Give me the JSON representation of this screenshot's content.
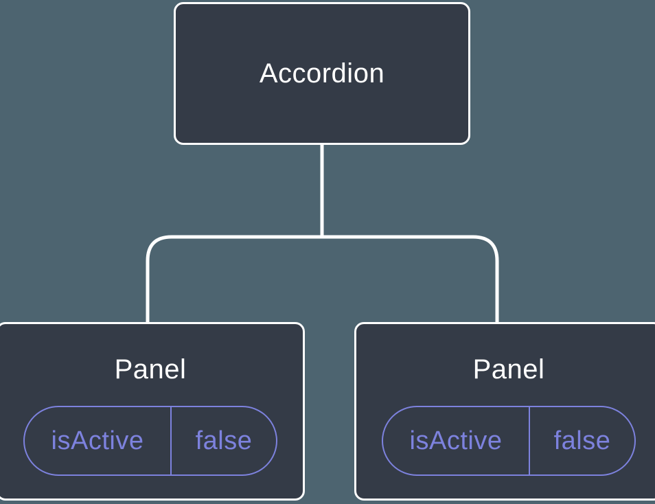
{
  "diagram": {
    "description": "React component tree diagram: an Accordion parent component connected to two Panel child components, each holding an isActive state of false",
    "colors": {
      "background": "#4D6470",
      "node_fill": "#343B47",
      "node_border": "#FFFFFF",
      "connector": "#FFFFFF",
      "state_accent": "#7D82DE",
      "title_text": "#FFFFFF"
    },
    "root": {
      "label": "Accordion"
    },
    "children": [
      {
        "label": "Panel",
        "state": {
          "name": "isActive",
          "value": "false"
        }
      },
      {
        "label": "Panel",
        "state": {
          "name": "isActive",
          "value": "false"
        }
      }
    ]
  }
}
